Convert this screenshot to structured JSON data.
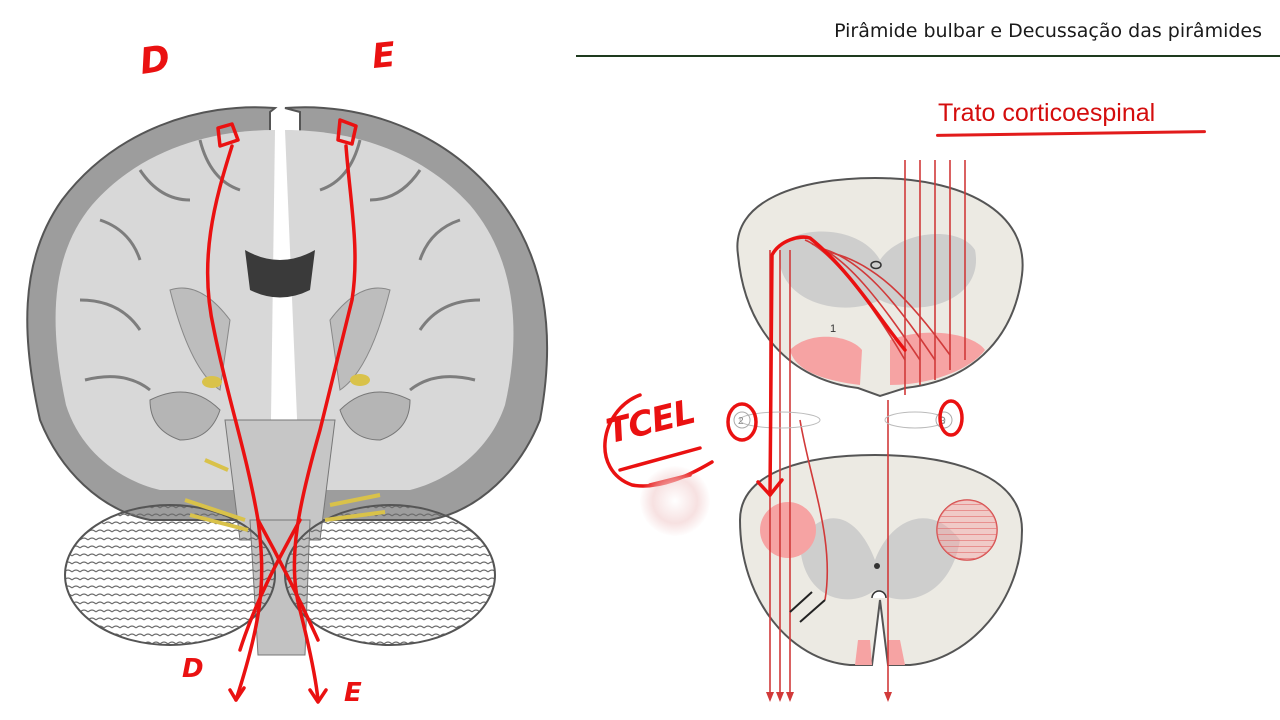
{
  "slide": {
    "title": "Pirâmide bulbar e Decussação das pirâmides"
  },
  "left_figure": {
    "label_right_top": "D",
    "label_left_top": "E",
    "label_right_bottom": "D",
    "label_left_bottom": "E"
  },
  "right_figure": {
    "heading": "Trato corticoespinal",
    "annotation": "TCEL",
    "marker_1": "1",
    "marker_2": "2",
    "marker_3": "3",
    "center_mark": "0"
  },
  "colors": {
    "ink_red": "#ea1111",
    "tissue_gray": "#c9c9c9",
    "cord_fill": "#eceae3",
    "highlight": "#f6a3a3",
    "nerve_yellow": "#d9c24a"
  }
}
